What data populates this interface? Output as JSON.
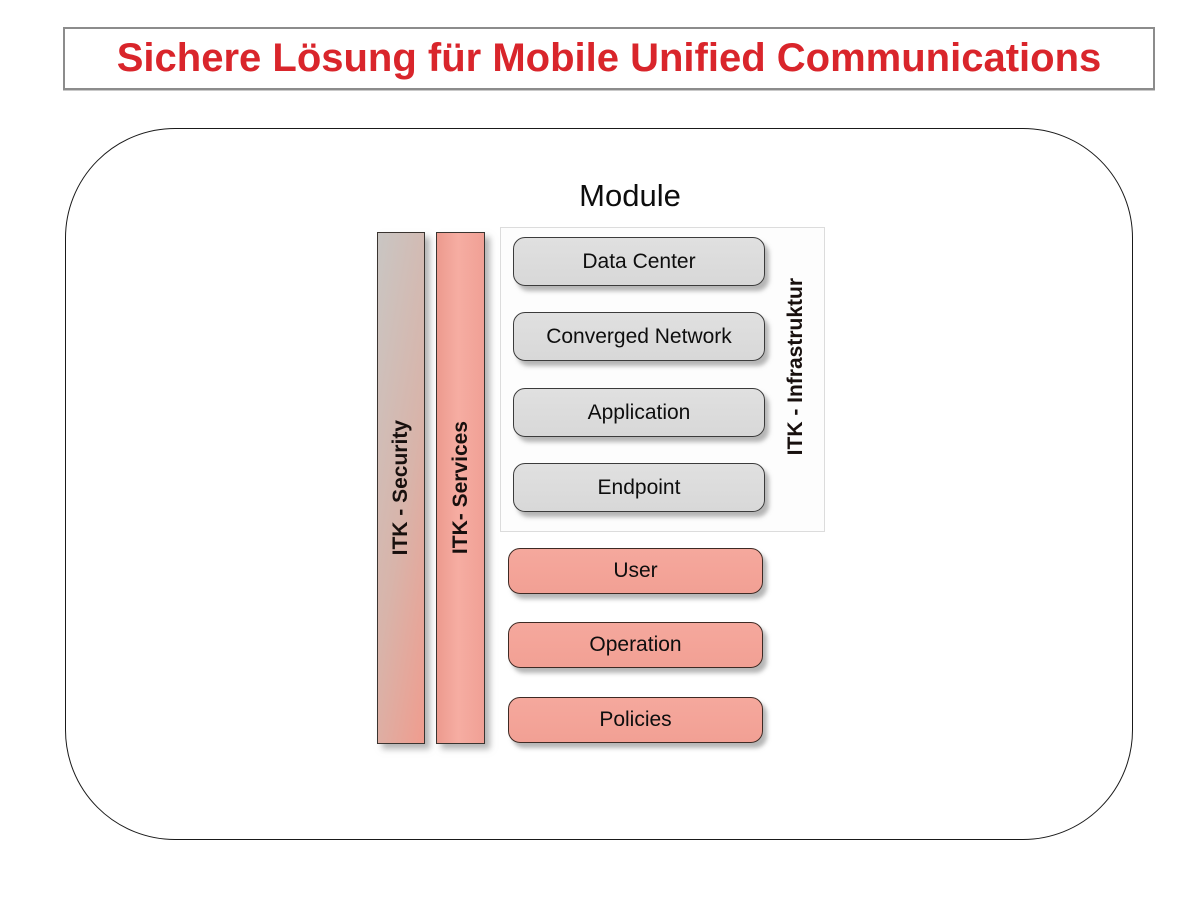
{
  "title": {
    "text": "Sichere Lösung für Mobile Unified Communications"
  },
  "diagram": {
    "heading": "Module",
    "vertical_bars": [
      {
        "label": "ITK - Security"
      },
      {
        "label": "ITK- Services"
      }
    ],
    "infrastructure_group": {
      "label": "ITK - Infrastruktur",
      "modules": [
        "Data Center",
        "Converged Network",
        "Application",
        "Endpoint"
      ]
    },
    "bottom_modules": [
      "User",
      "Operation",
      "Policies"
    ]
  },
  "colors": {
    "title_red": "#d9252b",
    "title_border_gray": "#8c8c8c",
    "container_border": "#1a1a1a",
    "gray_module_fill": "#dcdcdc",
    "gray_module_border": "#3b3b3b",
    "salmon_fill": "#f4a398",
    "salmon_border": "#3e2a24",
    "security_bar_gradient_start": "#c9c6c3",
    "security_bar_gradient_end": "#f09c8e",
    "services_bar_fill": "#f2a196",
    "background": "#ffffff"
  }
}
